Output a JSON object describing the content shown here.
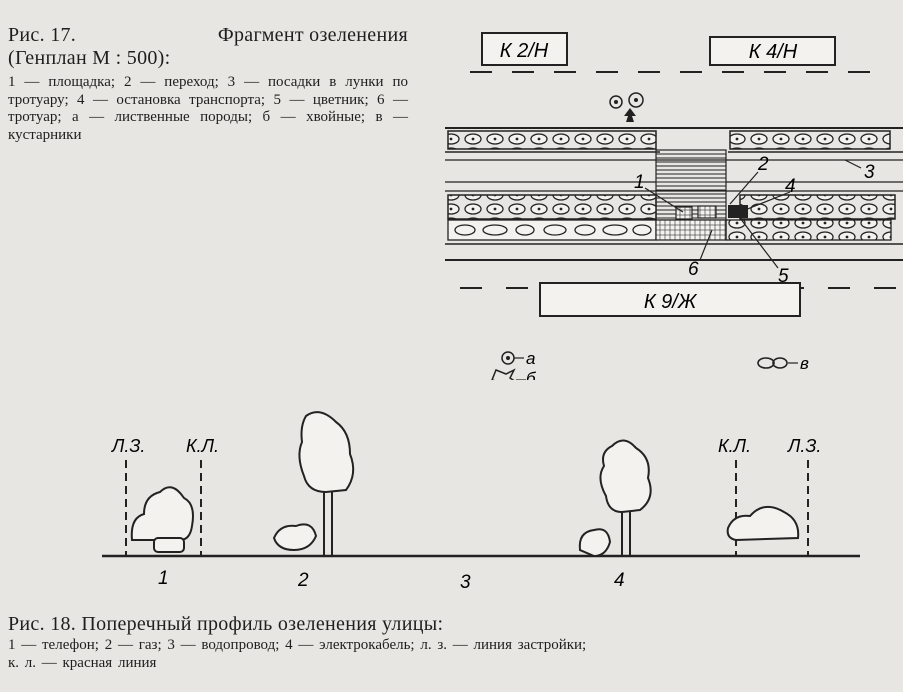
{
  "fig17": {
    "caption_label": "Рис. 17.",
    "caption_title": "Фрагмент озеленения",
    "scale": "(Генплан М : 500):",
    "legend_text": "1 — площадка; 2 — переход; 3 — посадки в лунки по тротуару; 4 — остановка транспорта; 5 — цветник; 6 — тротуар; а — лиственные породы; б — хвойные; в — кустарники",
    "blocks": [
      "К 2/Н",
      "К 4/Н",
      "К 9/Ж"
    ],
    "callouts": [
      "1",
      "2",
      "3",
      "4",
      "5",
      "6"
    ],
    "symbols": [
      "а",
      "б",
      "в"
    ]
  },
  "fig18": {
    "profiles": [
      {
        "number": "1",
        "labels": [
          "Л.З.",
          "К.Л."
        ]
      },
      {
        "number": "2",
        "labels": []
      },
      {
        "number": "3",
        "labels": []
      },
      {
        "number": "4",
        "labels": [
          "К.Л.",
          "Л.З."
        ]
      }
    ],
    "caption_title": "Рис. 18. Поперечный профиль озеленения улицы:",
    "legend_line1": "1 — телефон; 2 — газ; 3 — водопровод; 4 — электрокабель; л. з. — линия застройки;",
    "legend_line2": "к. л. — красная линия"
  }
}
